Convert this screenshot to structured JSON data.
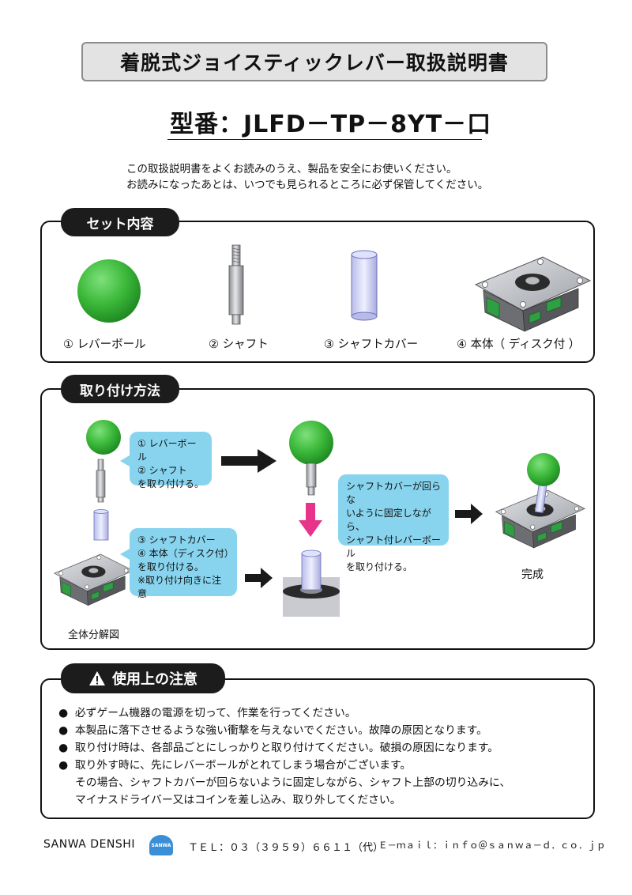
{
  "header": {
    "title": "着脱式ジョイスティックレバー取扱説明書",
    "model": "型番：JLFD－TP－8YT－口"
  },
  "intro": {
    "line1": "この取扱説明書をよくお読みのうえ、製品を安全にお使いください。",
    "line2": "お読みになったあとは、いつでも見られるところに必ず保管してください。"
  },
  "contents": {
    "tag": "セット内容",
    "items": [
      {
        "label": "① レバーボール"
      },
      {
        "label": "② シャフト"
      },
      {
        "label": "③ シャフトカバー"
      },
      {
        "label": "④ 本体（ ディスク付 ）"
      }
    ]
  },
  "assembly": {
    "tag": "取り付け方法",
    "bubble1": [
      "① レバーボール",
      "② シャフト",
      "を取り付ける。"
    ],
    "bubble2": [
      "③ シャフトカバー",
      "④ 本体（ディスク付）",
      "を取り付ける。",
      "※取り付け向きに注意"
    ],
    "bubble3": [
      "シャフトカバーが回らな",
      "いように固定しながら、",
      "シャフト付レバーボール",
      "を取り付ける。"
    ],
    "exploded_label": "全体分解図",
    "done_label": "完成"
  },
  "cautions": {
    "tag": "使用上の注意",
    "items": [
      "必ずゲーム機器の電源を切って、作業を行ってください。",
      "本製品に落下させるような強い衝撃を与えないでください。故障の原因となります。",
      "取り付け時は、各部品ごとにしっかりと取り付けてください。破損の原因になります。",
      "取り外す時に、先にレバーボールがとれてしまう場合がございます。"
    ],
    "continuation1": "その場合、シャフトカバーが回らないように固定しながら、シャフト上部の切り込みに、",
    "continuation2": "マイナスドライバー又はコインを差し込み、取り外してください。"
  },
  "footer": {
    "company": "SANWA DENSHI",
    "logo_text": "SANWA",
    "tel": "ＴＥＬ：０３（３９５９）６６１１（代）",
    "email": "Ｅ－ｍａｉｌ：ｉｎｆｏ＠ｓａｎｗａ－ｄ．ｃｏ．ｊｐ"
  },
  "colors": {
    "ball_green": "#3cb93a",
    "bubble_blue": "#88d4ee",
    "arrow_pink": "#e8338a",
    "tag_black": "#1c1c1c"
  }
}
